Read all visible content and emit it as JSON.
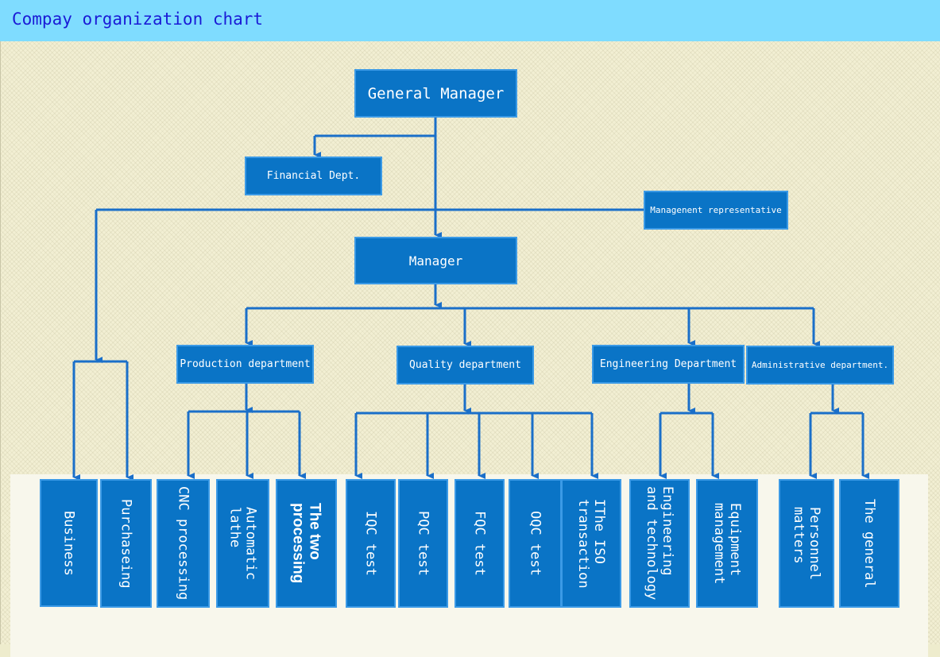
{
  "header": {
    "title": "Compay organization chart"
  },
  "colors": {
    "header_bg": "#7fdcff",
    "title": "#1a1ad6",
    "box": "#0a74c6",
    "line": "#1a6fc9"
  },
  "nodes": {
    "general_manager": "General Manager",
    "financial": "Financial Dept.",
    "management_rep": "Managenent representative",
    "manager": "Manager",
    "production": "Production department",
    "quality": "Quality department",
    "engineering": "Engineering Department",
    "administrative": "Administrative department."
  },
  "leaves": {
    "business": "Business",
    "purchasing": "Purchaseing",
    "cnc": "CNC processing",
    "lathe": "Automatic\nlathe",
    "two_processing": "The two\nprocessing",
    "iqc": "IQC test",
    "pqc": "PQC test",
    "fqc": "FQC test",
    "oqc": "OQC test",
    "iso": "IThe ISO\ntransaction",
    "eng_tech": "Engineering\nand technology",
    "equipment": "Equipment\nmanagement",
    "personnel": "Personnel\nmatters",
    "general": "The general"
  }
}
